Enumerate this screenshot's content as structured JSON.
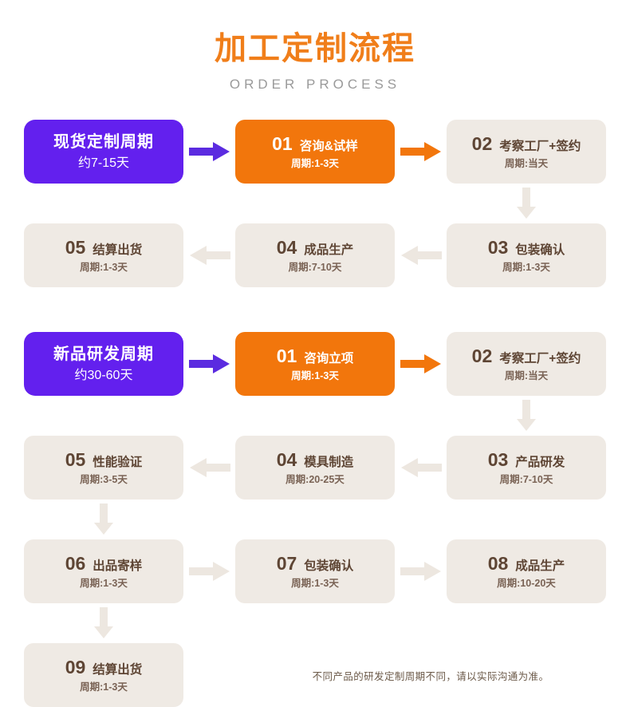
{
  "header": {
    "title": "加工定制流程",
    "subtitle": "ORDER PROCESS"
  },
  "colors": {
    "title_orange": "#F07E1A",
    "accent_orange": "#F2760C",
    "accent_purple": "#6320EE",
    "box_grey": "#EFEAE4",
    "text_brown": "#5E4534",
    "subtext_brown": "#7A6355",
    "arrow_grey": "#E6E0D9",
    "background": "#FFFFFF"
  },
  "sections": [
    {
      "id": "stock-custom",
      "label": {
        "main": "现货定制周期",
        "sub": "约7-15天"
      },
      "rows": [
        {
          "direction": "ltr",
          "cells": [
            {
              "kind": "label"
            },
            {
              "kind": "arrow",
              "icon": "arrow-right-icon",
              "color": "purple"
            },
            {
              "kind": "step",
              "num": "01",
              "title": "咨询&试样",
              "sub": "周期:1-3天",
              "style": "orange"
            },
            {
              "kind": "arrow",
              "icon": "arrow-right-icon",
              "color": "orange"
            },
            {
              "kind": "step",
              "num": "02",
              "title": "考察工厂+签约",
              "sub": "周期:当天",
              "style": "grey"
            }
          ]
        },
        {
          "direction": "rtl",
          "cells": [
            {
              "kind": "step",
              "num": "05",
              "title": "结算出货",
              "sub": "周期:1-3天",
              "style": "grey"
            },
            {
              "kind": "arrow",
              "icon": "arrow-left-icon",
              "color": "grey"
            },
            {
              "kind": "step",
              "num": "04",
              "title": "成品生产",
              "sub": "周期:7-10天",
              "style": "grey"
            },
            {
              "kind": "arrow",
              "icon": "arrow-left-icon",
              "color": "grey"
            },
            {
              "kind": "step",
              "num": "03",
              "title": "包装确认",
              "sub": "周期:1-3天",
              "style": "grey"
            }
          ]
        }
      ],
      "connector": {
        "icon": "arrow-down-icon",
        "column": "right"
      }
    },
    {
      "id": "new-product-rnd",
      "label": {
        "main": "新品研发周期",
        "sub": "约30-60天"
      },
      "rows": [
        {
          "direction": "ltr",
          "cells": [
            {
              "kind": "label"
            },
            {
              "kind": "arrow",
              "icon": "arrow-right-icon",
              "color": "purple"
            },
            {
              "kind": "step",
              "num": "01",
              "title": "咨询立项",
              "sub": "周期:1-3天",
              "style": "orange"
            },
            {
              "kind": "arrow",
              "icon": "arrow-right-icon",
              "color": "orange"
            },
            {
              "kind": "step",
              "num": "02",
              "title": "考察工厂+签约",
              "sub": "周期:当天",
              "style": "grey"
            }
          ]
        },
        {
          "direction": "rtl",
          "cells": [
            {
              "kind": "step",
              "num": "05",
              "title": "性能验证",
              "sub": "周期:3-5天",
              "style": "grey"
            },
            {
              "kind": "arrow",
              "icon": "arrow-left-icon",
              "color": "grey"
            },
            {
              "kind": "step",
              "num": "04",
              "title": "模具制造",
              "sub": "周期:20-25天",
              "style": "grey"
            },
            {
              "kind": "arrow",
              "icon": "arrow-left-icon",
              "color": "grey"
            },
            {
              "kind": "step",
              "num": "03",
              "title": "产品研发",
              "sub": "周期:7-10天",
              "style": "grey"
            }
          ]
        },
        {
          "direction": "ltr",
          "cells": [
            {
              "kind": "step",
              "num": "06",
              "title": "出品寄样",
              "sub": "周期:1-3天",
              "style": "grey"
            },
            {
              "kind": "arrow",
              "icon": "arrow-right-icon",
              "color": "grey"
            },
            {
              "kind": "step",
              "num": "07",
              "title": "包装确认",
              "sub": "周期:1-3天",
              "style": "grey"
            },
            {
              "kind": "arrow",
              "icon": "arrow-right-icon",
              "color": "grey"
            },
            {
              "kind": "step",
              "num": "08",
              "title": "成品生产",
              "sub": "周期:10-20天",
              "style": "grey"
            }
          ]
        },
        {
          "direction": "ltr",
          "cells": [
            {
              "kind": "step",
              "num": "09",
              "title": "结算出货",
              "sub": "周期:1-3天",
              "style": "grey"
            }
          ]
        }
      ]
    }
  ],
  "footer": {
    "note": "不同产品的研发定制周期不同，请以实际沟通为准。"
  }
}
